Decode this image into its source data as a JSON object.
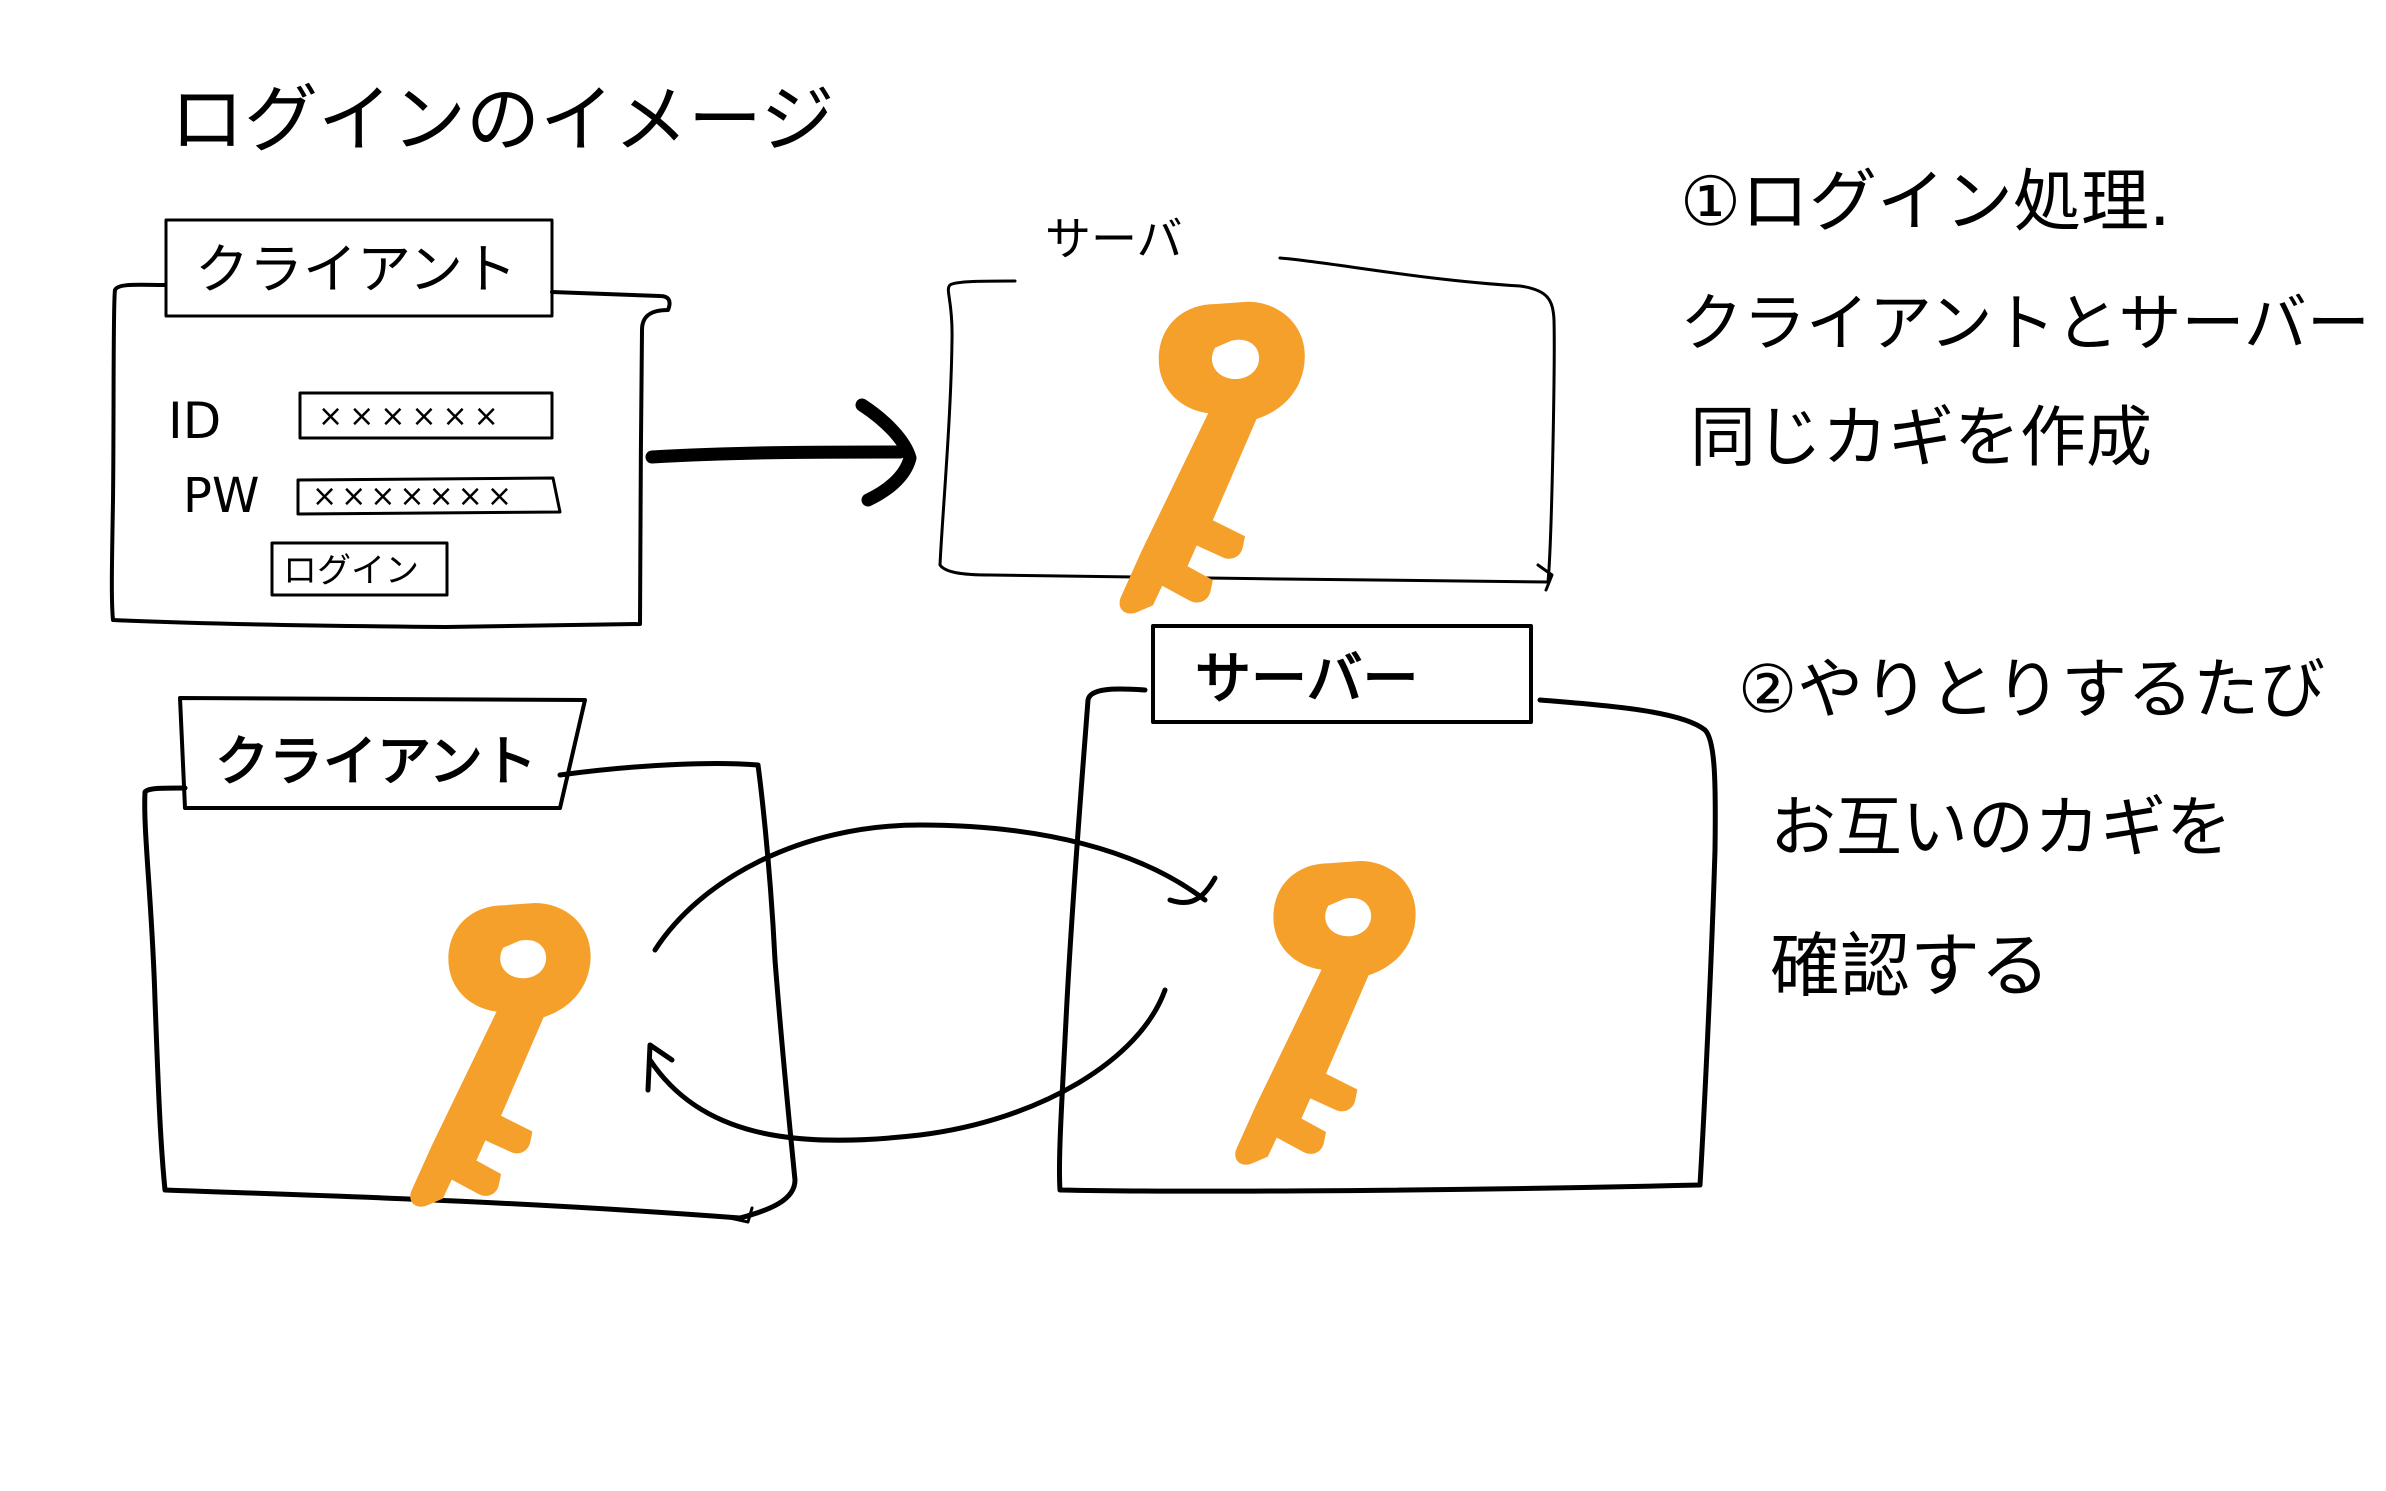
{
  "title": "ログインのイメージ",
  "step1": {
    "client": {
      "label": "クライアント",
      "id_label": "ID",
      "id_value": "××××××",
      "pw_label": "PW",
      "pw_value": "×××××××",
      "login_button": "ログイン"
    },
    "server": {
      "label": "サーバ"
    }
  },
  "step2": {
    "client": {
      "label": "クライアント"
    },
    "server": {
      "label": "サーバー"
    }
  },
  "notes": {
    "note1": {
      "line1": "①ログイン処理.",
      "line2": "クライアントとサーバー",
      "line3": "同じカギを作成"
    },
    "note2": {
      "line1": "②やりとりするたび",
      "line2": "お互いのカギを",
      "line3": "確認する"
    }
  },
  "colors": {
    "key": "#F5A02A",
    "ink": "#000000"
  },
  "icons": [
    "key-icon",
    "arrow-right-icon",
    "curved-arrow-icon"
  ]
}
